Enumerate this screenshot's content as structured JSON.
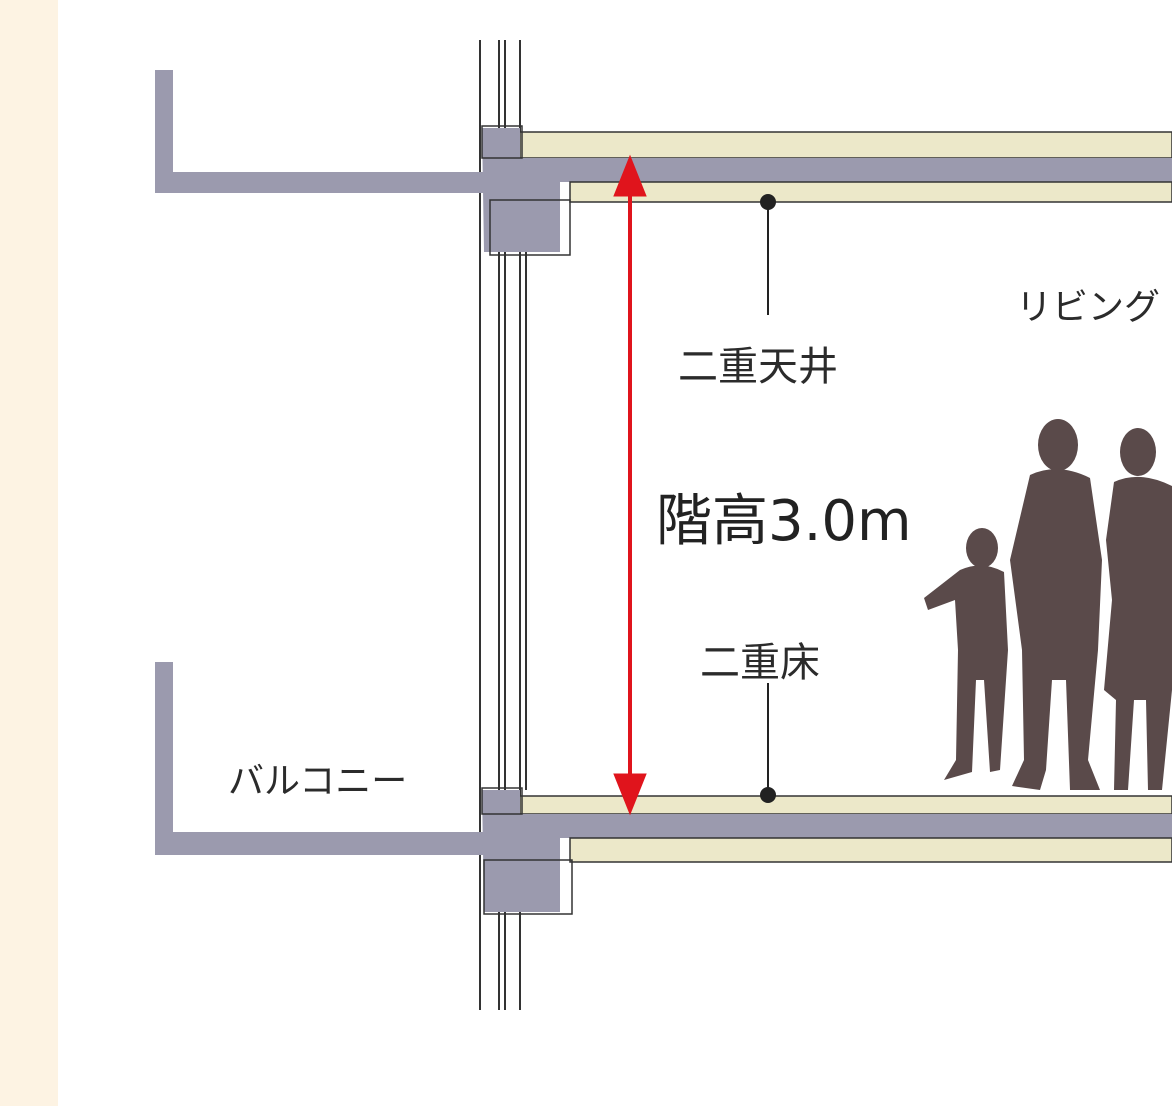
{
  "labels": {
    "double_ceiling": "二重天井",
    "double_floor": "二重床",
    "living": "リビング",
    "balcony": "バルコニー",
    "floor_height": "階高3.0m"
  },
  "colors": {
    "background_strip": "#fdf3e3",
    "concrete": "#9b9aae",
    "finish_layer": "#ece8c9",
    "dimension_arrow": "#e0141c",
    "silhouette": "#5a4a4a",
    "line": "#333333"
  }
}
